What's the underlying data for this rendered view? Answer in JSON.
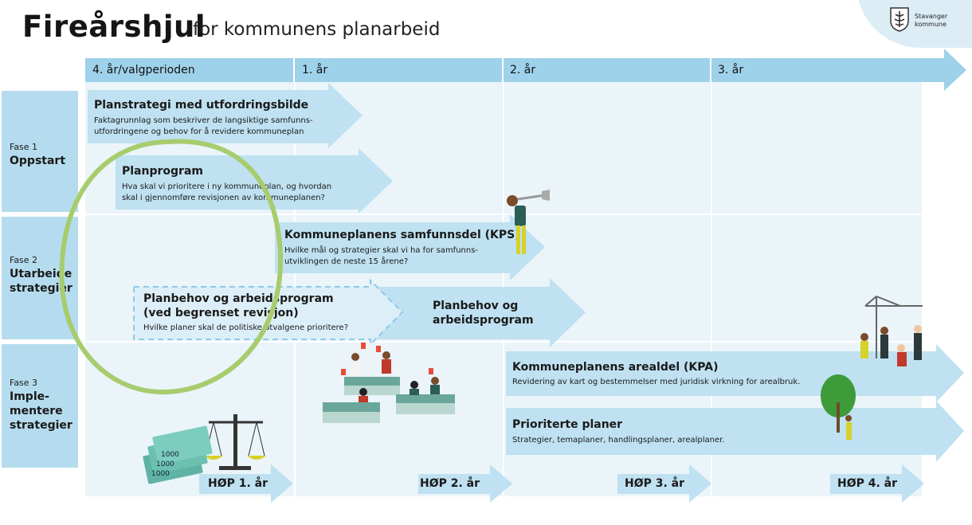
{
  "header": {
    "title_main": "Fireårshjul",
    "title_sub": "for kommunens planarbeid",
    "logo_line1": "Stavanger",
    "logo_line2": "kommune"
  },
  "years": {
    "y0": "4. år/valgperioden",
    "y1": "1. år",
    "y2": "2. år",
    "y3": "3. år"
  },
  "phases": {
    "p1_num": "Fase 1",
    "p1_name": "Oppstart",
    "p2_num": "Fase 2",
    "p2_name_a": "Utarbeide",
    "p2_name_b": "strategier",
    "p3_num": "Fase 3",
    "p3_name_a": "Imple-",
    "p3_name_b": "mentere",
    "p3_name_c": "strategier"
  },
  "arrows": {
    "planstrategi_title": "Planstrategi med utfordringsbilde",
    "planstrategi_body_a": "Faktagrunnlag som beskriver de langsiktige samfunns-",
    "planstrategi_body_b": "utfordringene og behov for å revidere kommuneplan",
    "planprogram_title": "Planprogram",
    "planprogram_body_a": "Hva skal vi prioritere i ny kommuneplan, og hvordan",
    "planprogram_body_b": "skal i gjennomføre revisjonen av kommuneplanen?",
    "kps_title": "Kommuneplanens samfunnsdel (KPS)",
    "kps_body_a": "Hvilke mål og strategier skal vi ha for samfunns-",
    "kps_body_b": "utviklingen de neste 15 årene?",
    "planbehov_title_a": "Planbehov og arbeidsprogram",
    "planbehov_title_b": "(ved begrenset revisjon)",
    "planbehov_body": "Hvilke planer skal de politiske utvalgene prioritere?",
    "planbehov2_a": "Planbehov og",
    "planbehov2_b": "arbeidsprogram",
    "kpa_title": "Kommuneplanens arealdel (KPA)",
    "kpa_body": "Revidering av kart og bestemmelser med juridisk virkning for arealbruk.",
    "prior_title": "Prioriterte planer",
    "prior_body": "Strategier, temaplaner, handlingsplaner, arealplaner."
  },
  "hop": {
    "h1": "HØP 1. år",
    "h2": "HØP 2. år",
    "h3": "HØP 3. år",
    "h4": "HØP 4. år"
  },
  "money_labels": [
    "1000",
    "1000",
    "1000"
  ],
  "colors": {
    "arrow_light": "#bfe1f1",
    "arrow_header": "#9ed2ea",
    "background_cells": "#eaf4f9",
    "circle_green": "#a7cc6e"
  }
}
